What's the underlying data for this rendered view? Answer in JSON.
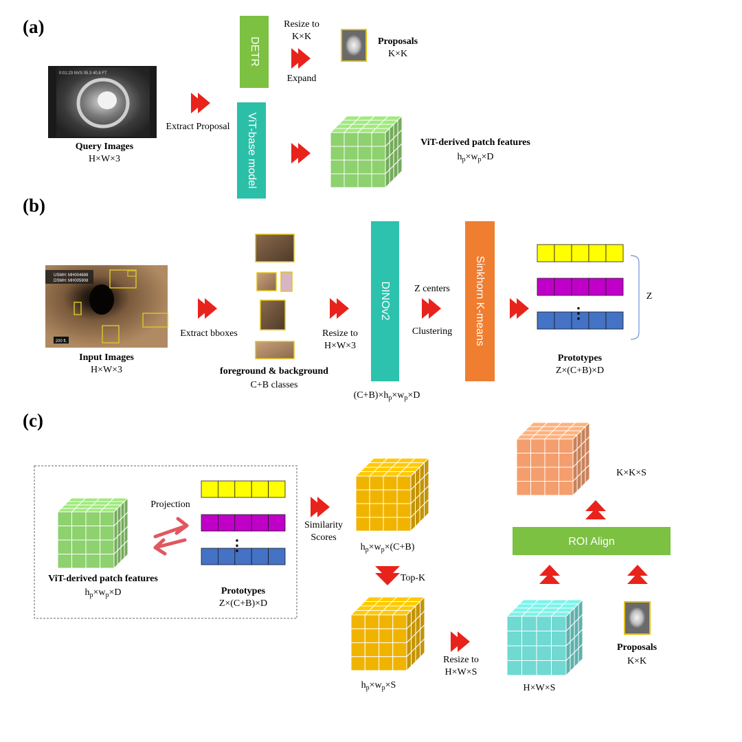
{
  "panels": {
    "a": {
      "label": "(a)",
      "detr": "DETR",
      "vit": "ViT-base model",
      "resize_line1": "Resize to",
      "resize_line2": "K×K",
      "expand": "Expand",
      "proposals_title": "Proposals",
      "proposals_dim": "K×K",
      "extract_proposal": "Extract Proposal",
      "query_title": "Query Images",
      "query_dim": "H×W×3",
      "patch_title": "ViT-derived patch features",
      "patch_dim": "h_p×w_p×D"
    },
    "b": {
      "label": "(b)",
      "input_title": "Input Images",
      "input_dim": "H×W×3",
      "overlay_usmh": "USMH: MH004698",
      "overlay_dsmh": "DSMH: MH005908",
      "overlay_ft": "200 ft.",
      "extract_bboxes": "Extract bboxes",
      "fg_bg_title": "foreground & background",
      "fg_bg_classes": "C+B classes",
      "resize_line1": "Resize to",
      "resize_line2": "H×W×3",
      "dinov2": "DINOv2",
      "dino_dim": "(C+B)×h_p×w_p×D",
      "z_centers": "Z centers",
      "clustering": "Clustering",
      "sinkhorn": "Sinkhorn K-means",
      "z_label": "Z",
      "proto_title": "Prototypes",
      "proto_dim": "Z×(C+B)×D",
      "dots": "⋮"
    },
    "c": {
      "label": "(c)",
      "projection": "Projection",
      "patch_title": "ViT-derived patch features",
      "patch_dim": "h_p×w_p×D",
      "proto_title": "Prototypes",
      "proto_dim": "Z×(C+B)×D",
      "dots": "⋮",
      "similarity_line1": "Similarity",
      "similarity_line2": "Scores",
      "sim_dim": "h_p×w_p×(C+B)",
      "topk": "Top-K",
      "topk_dim": "h_p×w_p×S",
      "resize_line1": "Resize to",
      "resize_line2": "H×W×S",
      "hws_dim": "H×W×S",
      "roi_align": "ROI Align",
      "kks_dim": "K×K×S",
      "proposals_title": "Proposals",
      "proposals_dim": "K×K"
    }
  },
  "colors": {
    "detr_green": "#7cc142",
    "vit_teal": "#2bbfa8",
    "dino_teal": "#2cc2ad",
    "sinkhorn_orange": "#ef7e30",
    "roi_green": "#7cc142",
    "arrow_red": "#e8231c",
    "proj_arrow": "#e0585f",
    "proto_yellow": "#ffff00",
    "proto_magenta": "#c000c8",
    "proto_blue": "#4472c4",
    "cube_green": "#8ed16f",
    "cube_gold": "#f0b400",
    "cube_cyan": "#6fd9d2",
    "cube_orange": "#f49e6e"
  }
}
